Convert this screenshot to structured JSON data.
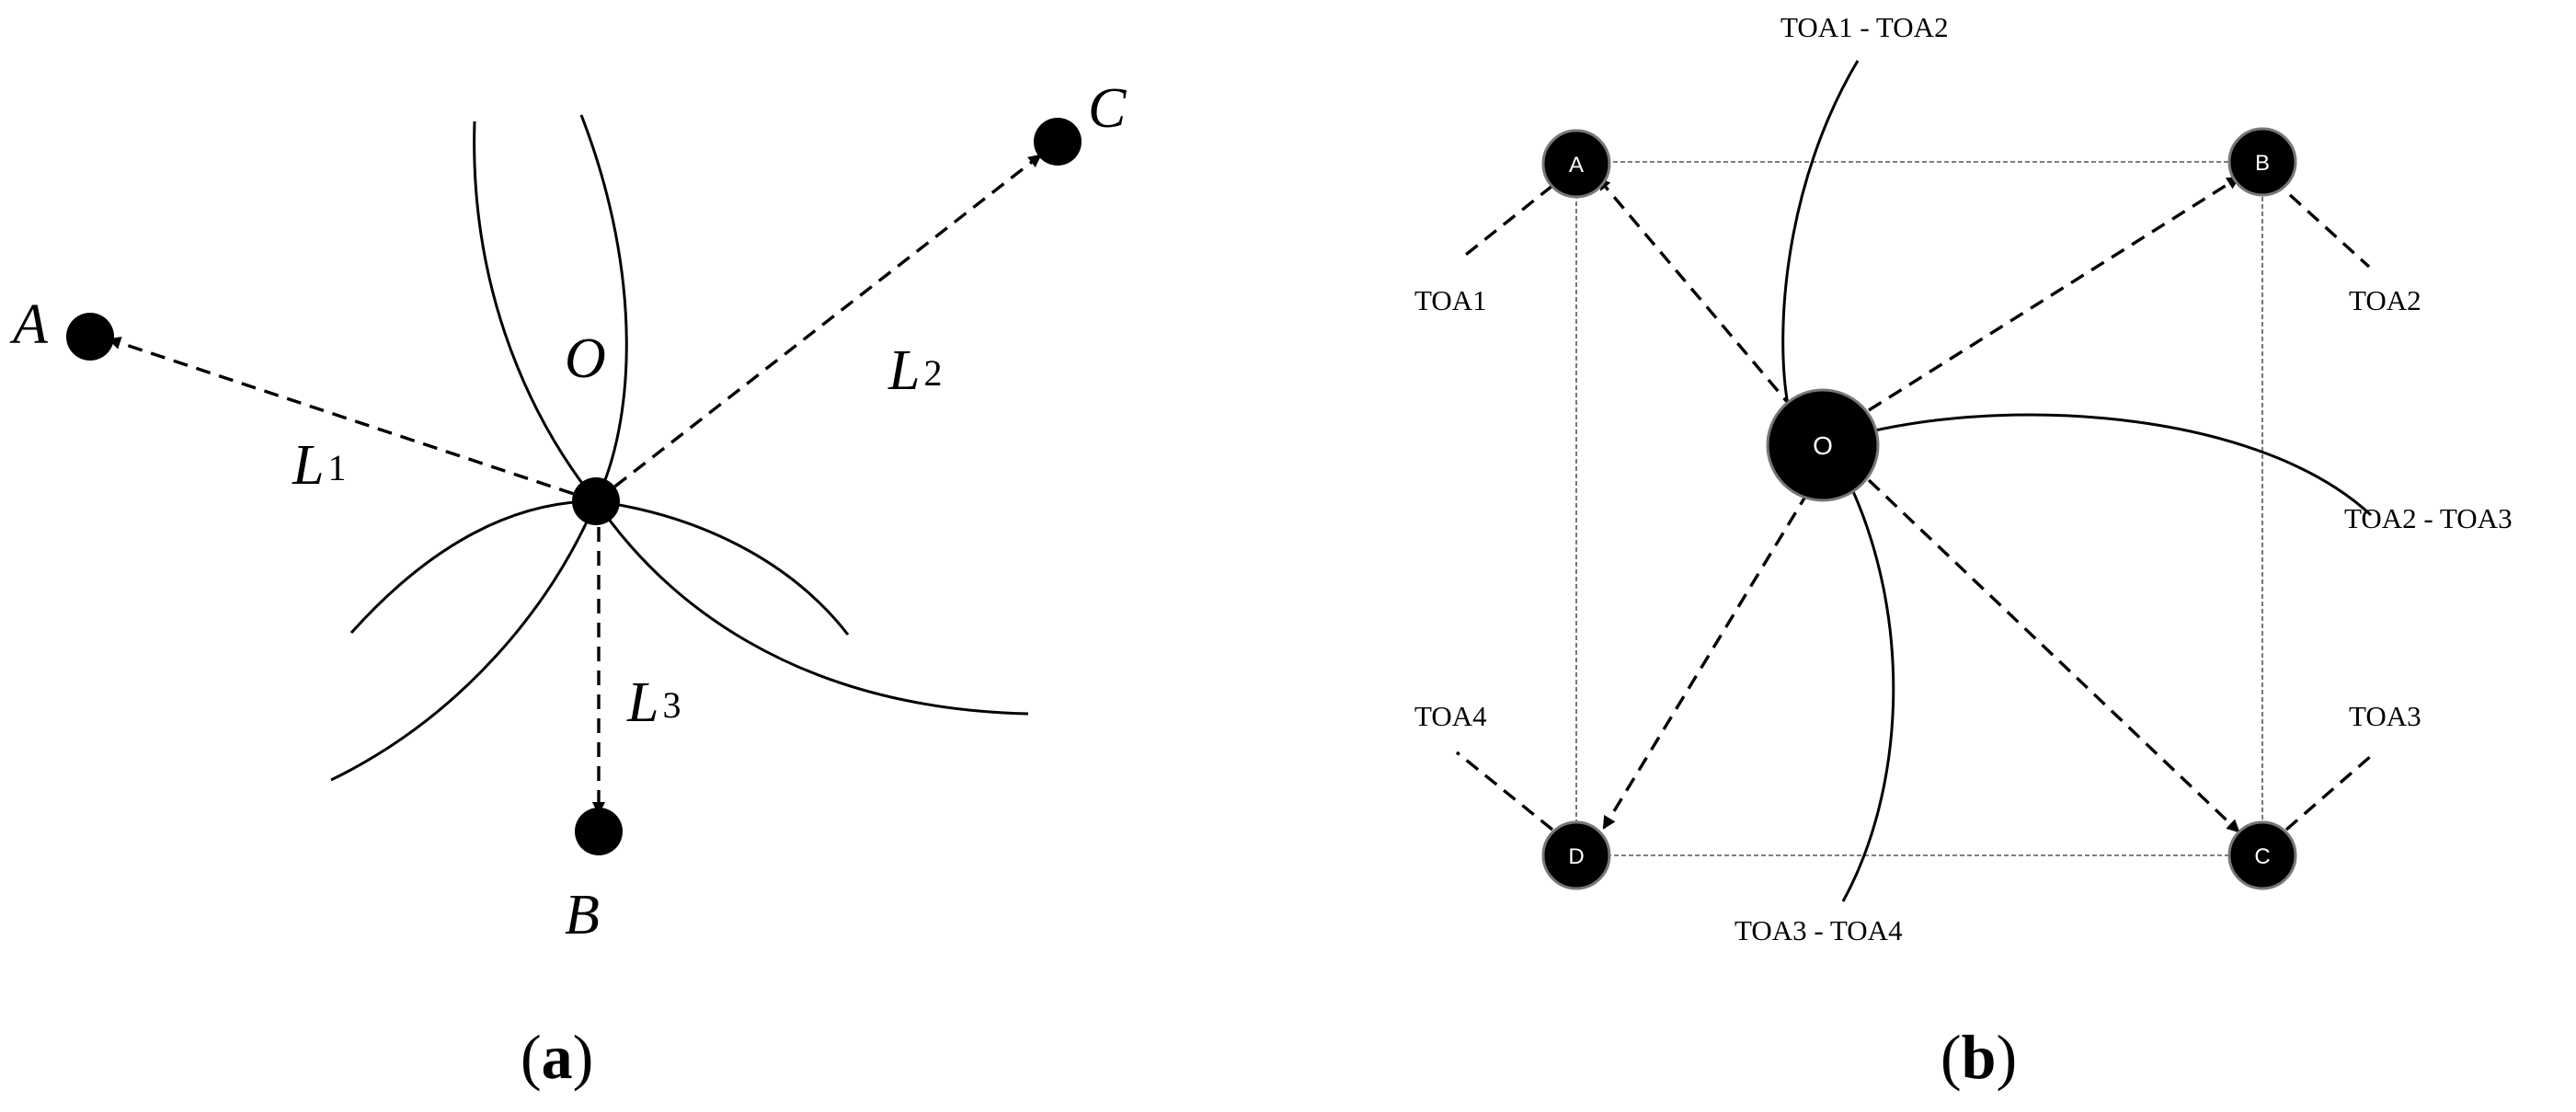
{
  "panel_a": {
    "caption_open": "(",
    "caption_letter": "a",
    "caption_close": ")",
    "nodes": {
      "A": "A",
      "B": "B",
      "C": "C",
      "O": "O"
    },
    "distances": [
      {
        "letter": "L",
        "index": "1"
      },
      {
        "letter": "L",
        "index": "2"
      },
      {
        "letter": "L",
        "index": "3"
      }
    ]
  },
  "panel_b": {
    "caption_open": "(",
    "caption_letter": "b",
    "caption_close": ")",
    "nodes": {
      "A": "A",
      "B": "B",
      "C": "C",
      "D": "D",
      "O": "O"
    },
    "toa_labels": {
      "toa1": "TOA1",
      "toa2": "TOA2",
      "toa3": "TOA3",
      "toa4": "TOA4"
    },
    "hyperbola_labels": {
      "h12": "TOA1 - TOA2",
      "h23": "TOA2 - TOA3",
      "h34": "TOA3 - TOA4"
    }
  }
}
